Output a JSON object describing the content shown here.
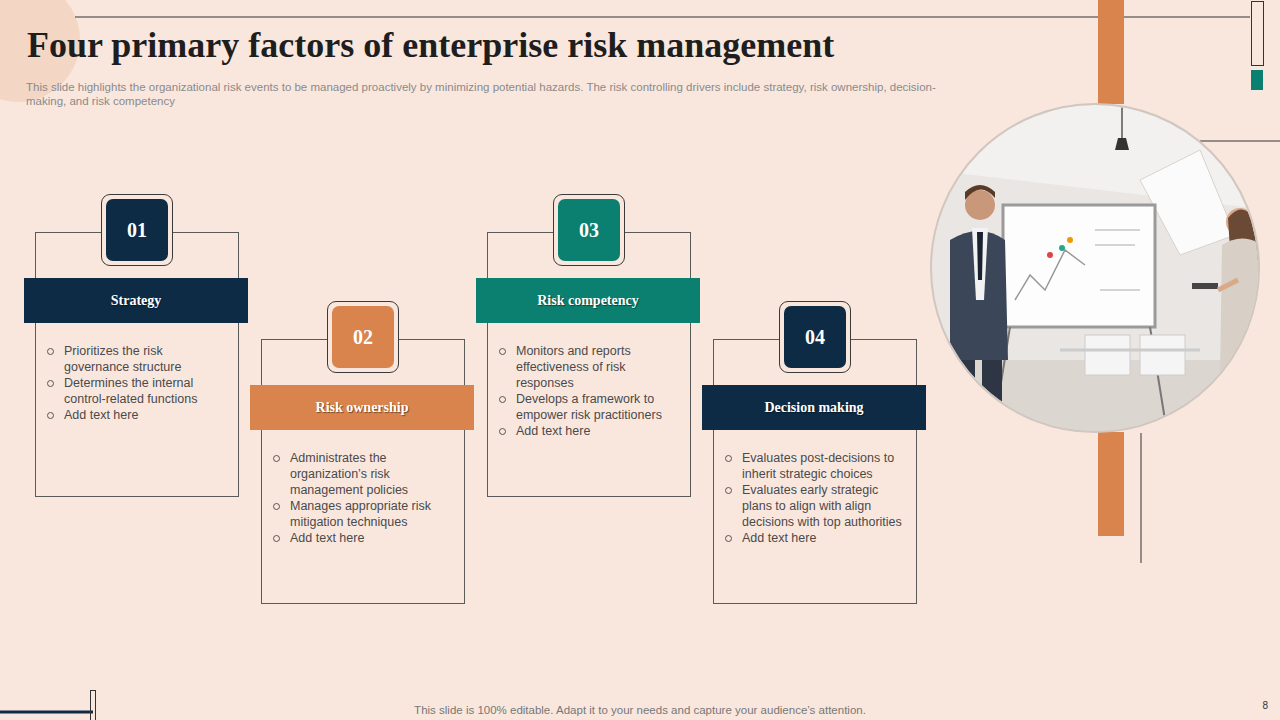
{
  "diagram": {
    "title": "Four primary factors of enterprise risk management",
    "caption": "This slide highlights the organizational risk events to be managed proactively by minimizing potential hazards. The risk controlling drivers include strategy, risk ownership, decision-making, and risk competency",
    "nodes": [
      {
        "text": [
          "Prioritizes the risk governance structure",
          "Determines the internal control-related functions",
          "Add text here"
        ]
      },
      {
        "text": [
          "01"
        ],
        "in": 0
      },
      {
        "text": [
          "Strategy"
        ],
        "in": 0
      },
      {
        "text": [
          "Administrates the organization’s risk management policies",
          "Manages appropriate risk mitigation techniques",
          "Add text here"
        ]
      },
      {
        "text": [
          "02"
        ],
        "in": 3
      },
      {
        "text": [
          "Risk ownership"
        ],
        "in": 3
      },
      {
        "text": [
          "Monitors and reports effectiveness of risk responses",
          "Develops a framework to empower risk practitioners",
          "Add text here"
        ]
      },
      {
        "text": [
          "03"
        ],
        "in": 6
      },
      {
        "text": [
          "Risk competency"
        ],
        "in": 6
      },
      {
        "text": [
          "Evaluates post-decisions to inherit strategic choices",
          "Evaluates early strategic plans to align with align decisions with top authorities",
          "Add text here"
        ]
      },
      {
        "text": [
          "04"
        ],
        "in": 9
      },
      {
        "text": [
          "Decision making"
        ],
        "in": 9
      }
    ],
    "labels": [
      "This slide is 100% editable. Adapt it to your needs and capture your audience’s attention.",
      "8"
    ]
  }
}
